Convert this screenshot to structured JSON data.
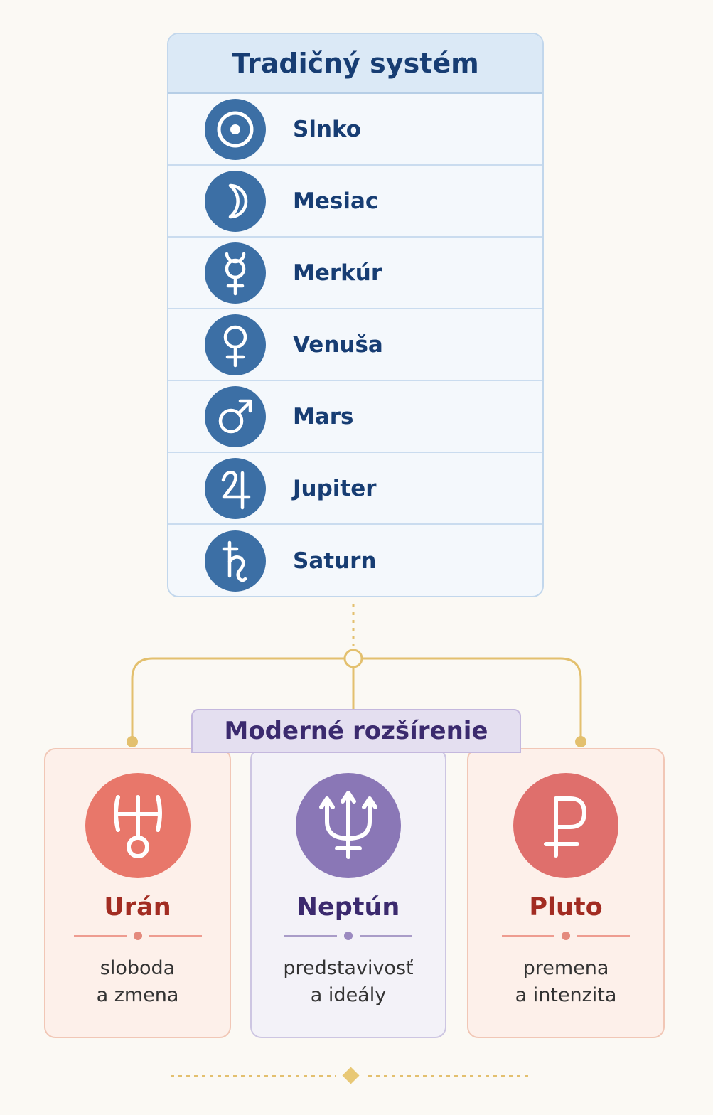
{
  "traditional": {
    "title": "Tradičný systém",
    "planets": [
      {
        "label": "Slnko",
        "icon": "sun-symbol-icon"
      },
      {
        "label": "Mesiac",
        "icon": "moon-symbol-icon"
      },
      {
        "label": "Merkúr",
        "icon": "mercury-symbol-icon"
      },
      {
        "label": "Venuša",
        "icon": "venus-symbol-icon"
      },
      {
        "label": "Mars",
        "icon": "mars-symbol-icon"
      },
      {
        "label": "Jupiter",
        "icon": "jupiter-symbol-icon"
      },
      {
        "label": "Saturn",
        "icon": "saturn-symbol-icon"
      }
    ]
  },
  "modern": {
    "title": "Moderné rozšírenie",
    "planets": [
      {
        "name": "Urán",
        "desc_line1": "sloboda",
        "desc_line2": "a zmena",
        "icon": "uranus-symbol-icon",
        "color": "#e8776a"
      },
      {
        "name": "Neptún",
        "desc_line1": "predstavivosť",
        "desc_line2": "a ideály",
        "icon": "neptune-symbol-icon",
        "color": "#8a77b6"
      },
      {
        "name": "Pluto",
        "desc_line1": "premena",
        "desc_line2": "a intenzita",
        "icon": "pluto-symbol-icon",
        "color": "#df6f6c"
      }
    ]
  },
  "colors": {
    "traditional_accent": "#3c6fa5",
    "traditional_text": "#173d73",
    "connector_gold": "#e3c06e"
  }
}
